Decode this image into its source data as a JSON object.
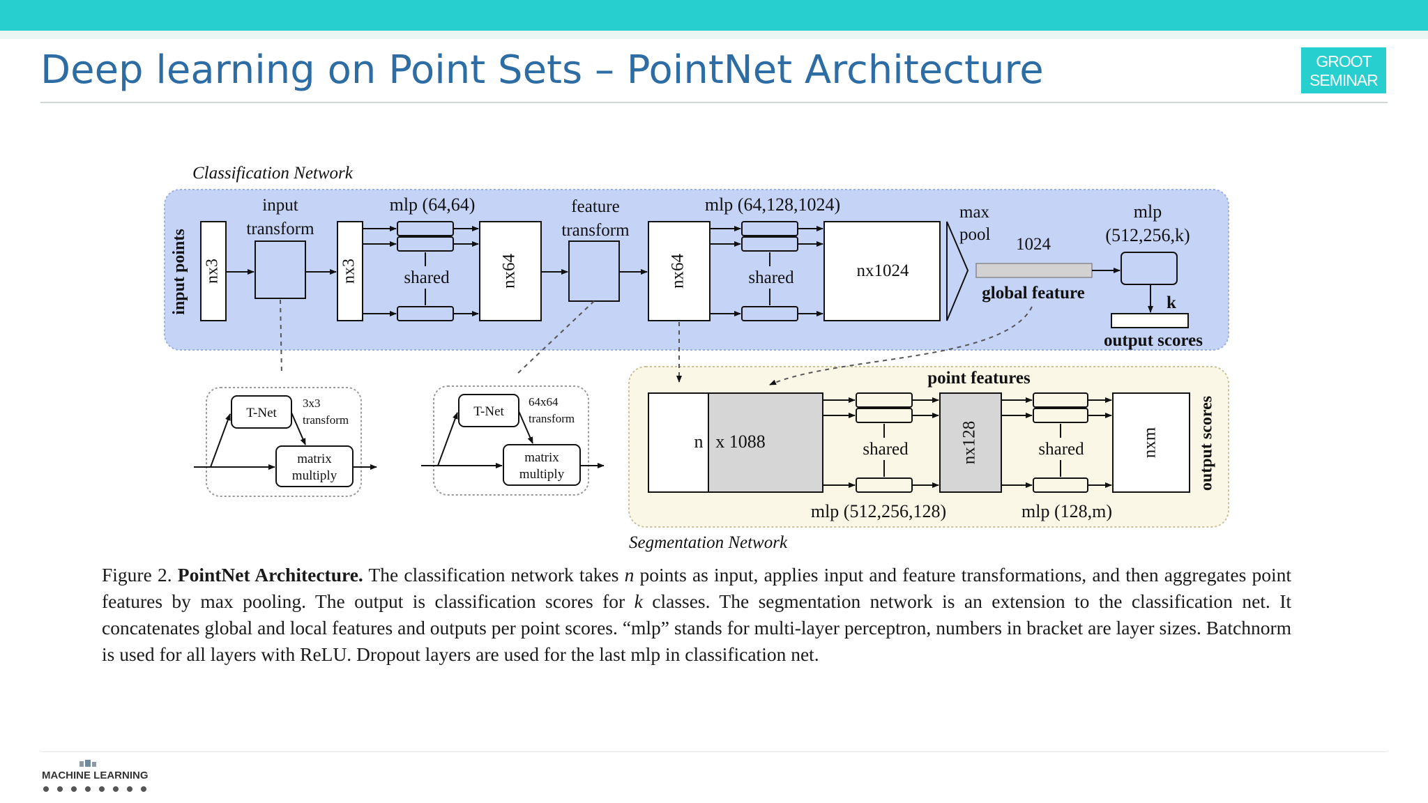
{
  "slide": {
    "title": "Deep learning on Point Sets – PointNet Architecture",
    "badge_line1": "GROOT",
    "badge_line2": "SEMINAR",
    "accent_color": "#27cfcf",
    "title_color": "#2d6da3"
  },
  "diagram": {
    "classification_label": "Classification Network",
    "segmentation_label": "Segmentation Network",
    "input_points": "input points",
    "nx3_a": "nx3",
    "nx3_b": "nx3",
    "input_transform_1": "input",
    "input_transform_2": "transform",
    "mlp1": "mlp (64,64)",
    "shared_1": "shared",
    "nx64_a": "nx64",
    "feature_transform_1": "feature",
    "feature_transform_2": "transform",
    "nx64_b": "nx64",
    "mlp2": "mlp (64,128,1024)",
    "shared_2": "shared",
    "nx1024": "nx1024",
    "max_pool_1": "max",
    "max_pool_2": "pool",
    "dim_1024": "1024",
    "global_feature": "global feature",
    "mlp3_1": "mlp",
    "mlp3_2": "(512,256,k)",
    "k": "k",
    "output_scores": "output scores",
    "tnet_1": "T-Net",
    "transform_3x3_1": "3x3",
    "transform_3x3_2": "transform",
    "matrix_multiply_1_a": "matrix",
    "matrix_multiply_1_b": "multiply",
    "tnet_2": "T-Net",
    "transform_64_1": "64x64",
    "transform_64_2": "transform",
    "matrix_multiply_2_a": "matrix",
    "matrix_multiply_2_b": "multiply",
    "point_features": "point features",
    "n_label": "n",
    "x1088": "x 1088",
    "shared_3": "shared",
    "nx128": "nx128",
    "shared_4": "shared",
    "nxm": "nxm",
    "seg_output_scores": "output scores",
    "mlp4": "mlp (512,256,128)",
    "mlp5": "mlp (128,m)"
  },
  "caption": {
    "prefix": "Figure 2.",
    "bold": "PointNet Architecture.",
    "seg1": "The classification network takes",
    "var_n": "n",
    "seg2": "points as input, applies input and feature transformations, and then aggregates point features by max pooling. The output is classification scores for",
    "var_k": "k",
    "seg3": "classes. The segmentation network is an extension to the classification net. It concatenates global and local features and outputs per point scores. “mlp” stands for multi-layer perceptron, numbers in bracket are layer sizes. Batchnorm is used for all layers with ReLU. Dropout layers are used for the last mlp in classification net."
  },
  "footer": {
    "logo_text": "MACHINE LEARNING"
  }
}
